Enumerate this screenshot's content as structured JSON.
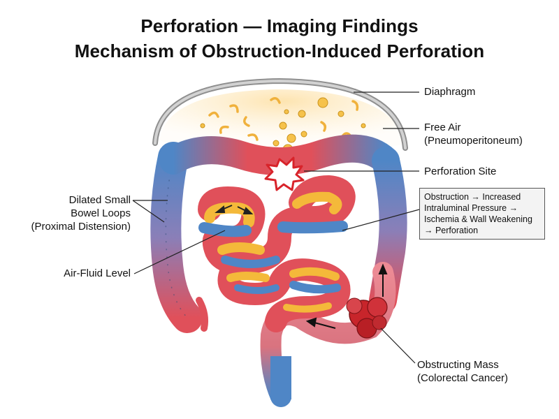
{
  "title_line1": "Perforation — Imaging Findings",
  "title_line2": "Mechanism of Obstruction-Induced Perforation",
  "labels": {
    "diaphragm": "Diaphragm",
    "free_air_1": "Free Air",
    "free_air_2": "(Pneumoperitoneum)",
    "perforation_site": "Perforation Site",
    "dilated_1": "Dilated Small",
    "dilated_2": "Bowel Loops",
    "dilated_3": "(Proximal Distension)",
    "air_fluid": "Air-Fluid Level",
    "mass_1": "Obstructing Mass",
    "mass_2": "(Colorectal Cancer)"
  },
  "mechanism_box": {
    "line1": "Obstruction → Increased",
    "line2": "Intraluminal Pressure →",
    "line3": "Ischemia & Wall Weakening",
    "line4": "→ Perforation"
  },
  "colors": {
    "dilated_blue": "#4f86c6",
    "inflamed_red": "#e0505a",
    "fluid_yellow": "#f4b93a",
    "mass_red": "#c8252b",
    "free_air": "#fde4b0"
  }
}
